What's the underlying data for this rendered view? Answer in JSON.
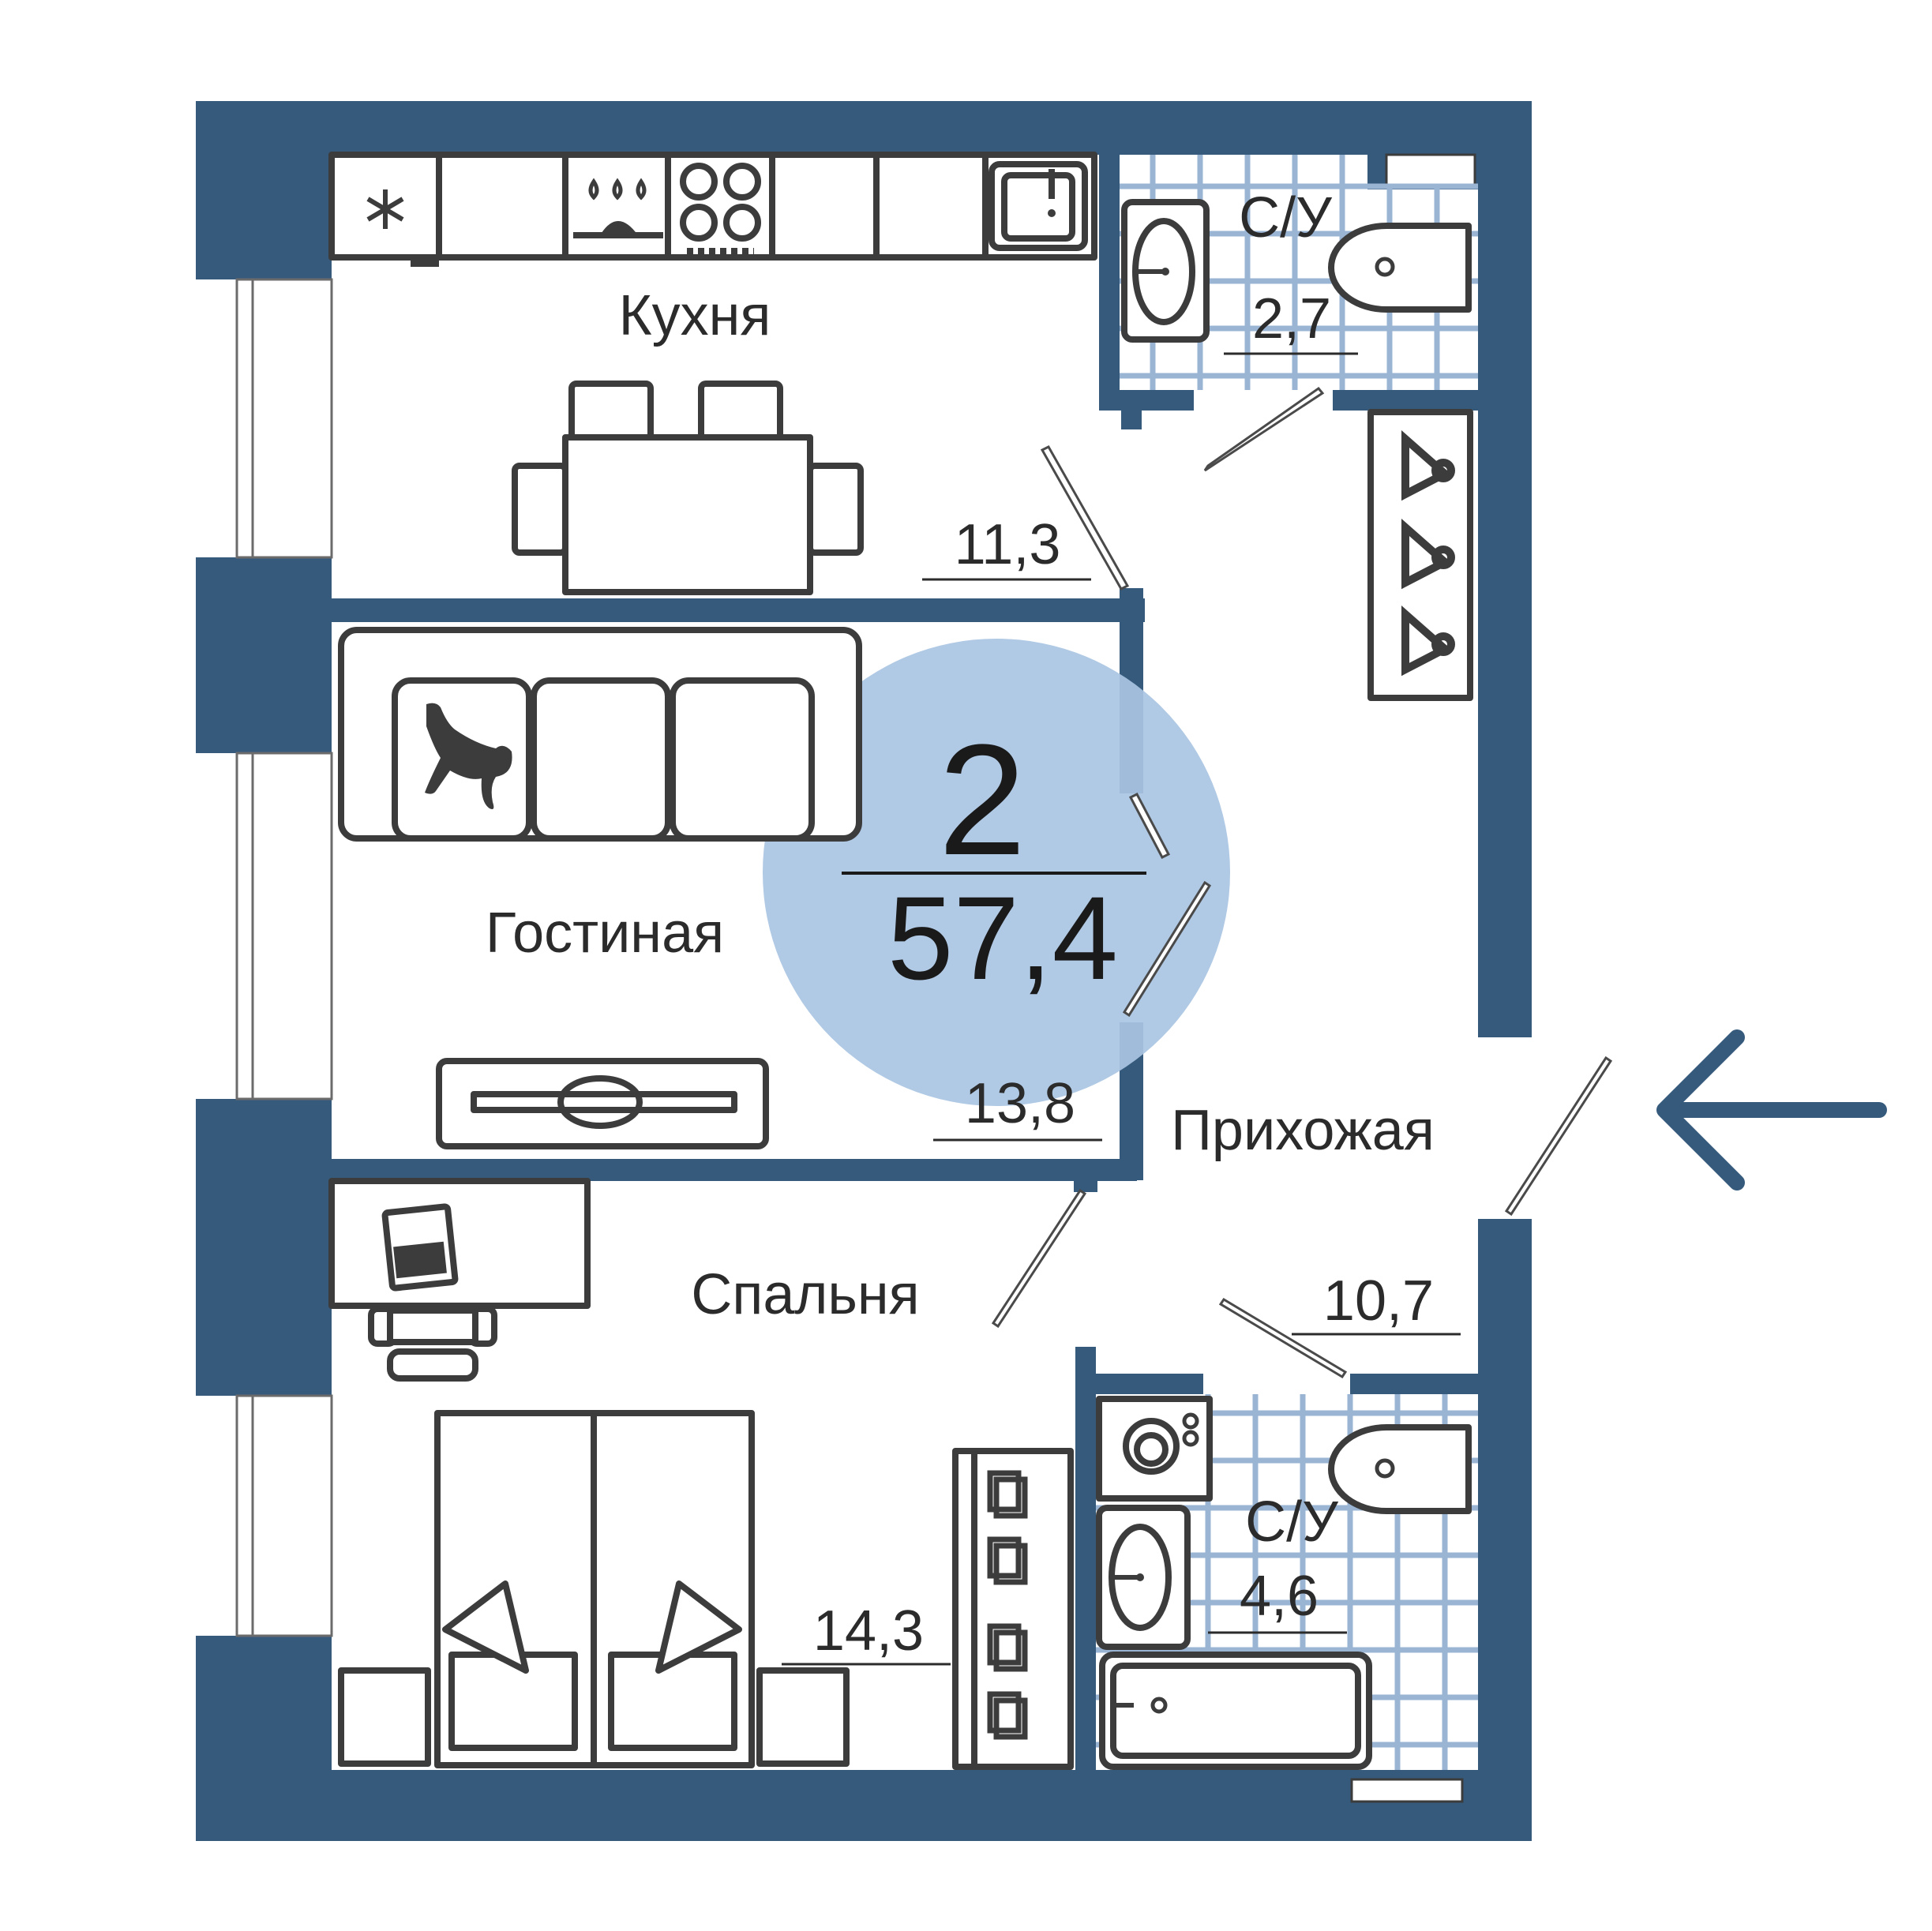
{
  "apartment": {
    "rooms_count": "2",
    "total_area": "57,4"
  },
  "rooms": {
    "kitchen": {
      "label": "Кухня",
      "area": "11,3"
    },
    "bathroom_top": {
      "label": "С/У",
      "area": "2,7"
    },
    "living": {
      "label": "Гостиная",
      "area": "13,8"
    },
    "hallway": {
      "label": "Прихожая",
      "area": "10,7"
    },
    "bedroom": {
      "label": "Спальня",
      "area": "14,3"
    },
    "bathroom_bottom": {
      "label": "С/У",
      "area": "4,6"
    }
  },
  "entrance": {
    "icon": "arrow-left-icon"
  },
  "colors": {
    "wall": "#355a7c",
    "highlight_circle": "#a9c4e2",
    "tile": "#9ab4d4",
    "furniture_stroke": "#3c3c3c",
    "arrow": "#355a7c"
  }
}
